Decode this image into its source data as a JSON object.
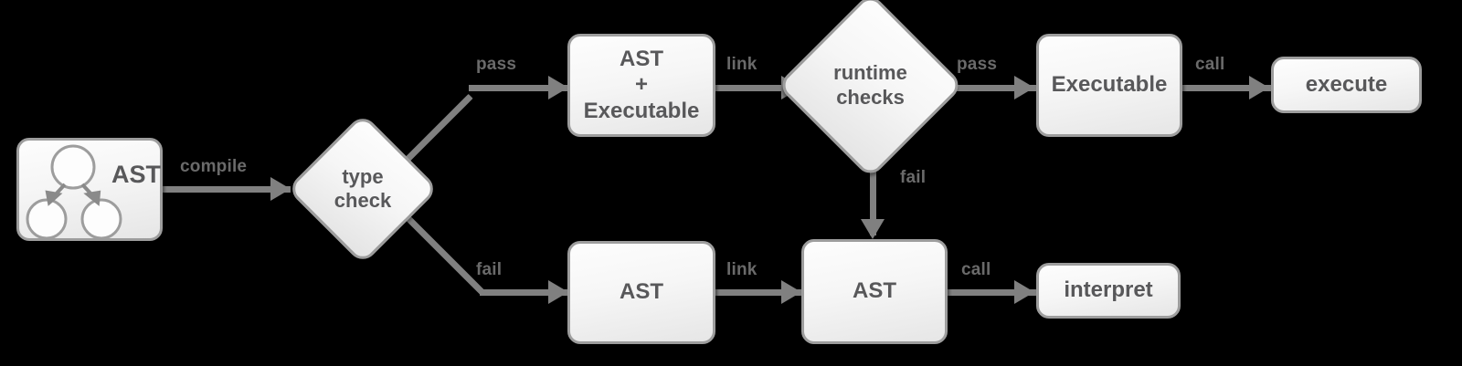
{
  "diagram": {
    "title": "compile / type-check / runtime-check pipeline",
    "colors": {
      "background": "#000000",
      "node_border": "#9d9d9d",
      "node_fill_top": "#fdfdfd",
      "node_fill_bottom": "#e6e6e6",
      "edge": "#808080",
      "text": "#58585a",
      "edge_label_text": "#6a6a6a"
    },
    "nodes": [
      {
        "id": "ast-source",
        "label": "AST",
        "shape": "rounded-rect-with-tree-icon"
      },
      {
        "id": "type-check",
        "label": "type\ncheck",
        "shape": "diamond"
      },
      {
        "id": "ast-plus-exec",
        "label": "AST\n+\nExecutable",
        "shape": "rounded-rect"
      },
      {
        "id": "runtime-checks",
        "label": "runtime\nchecks",
        "shape": "diamond"
      },
      {
        "id": "executable",
        "label": "Executable",
        "shape": "rounded-rect"
      },
      {
        "id": "execute",
        "label": "execute",
        "shape": "rounded-rect"
      },
      {
        "id": "ast-lower",
        "label": "AST",
        "shape": "rounded-rect"
      },
      {
        "id": "ast-linked",
        "label": "AST",
        "shape": "rounded-rect"
      },
      {
        "id": "interpret",
        "label": "interpret",
        "shape": "rounded-rect"
      }
    ],
    "edges": [
      {
        "id": "e-compile",
        "from": "ast-source",
        "to": "type-check",
        "label": "compile"
      },
      {
        "id": "e-pass-top",
        "from": "type-check",
        "to": "ast-plus-exec",
        "label": "pass"
      },
      {
        "id": "e-fail-bottom",
        "from": "type-check",
        "to": "ast-lower",
        "label": "fail"
      },
      {
        "id": "e-link-top",
        "from": "ast-plus-exec",
        "to": "runtime-checks",
        "label": "link"
      },
      {
        "id": "e-pass-right",
        "from": "runtime-checks",
        "to": "executable",
        "label": "pass"
      },
      {
        "id": "e-fail-down",
        "from": "runtime-checks",
        "to": "ast-linked",
        "label": "fail"
      },
      {
        "id": "e-call-top",
        "from": "executable",
        "to": "execute",
        "label": "call"
      },
      {
        "id": "e-link-bottom",
        "from": "ast-lower",
        "to": "ast-linked",
        "label": "link"
      },
      {
        "id": "e-call-bottom",
        "from": "ast-linked",
        "to": "interpret",
        "label": "call"
      }
    ],
    "ast_icon": {
      "word": "AST",
      "description": "tree glyph: one parent circle with two arrows to two child circles"
    }
  }
}
